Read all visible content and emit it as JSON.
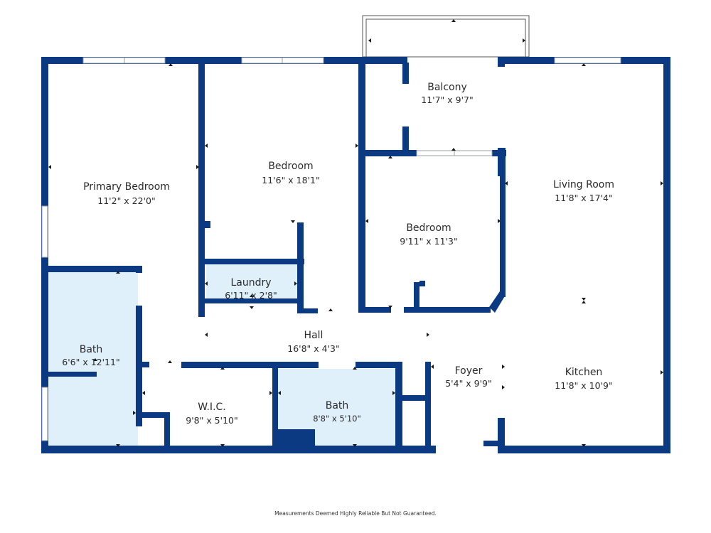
{
  "colors": {
    "wall": "#0b3a82",
    "bath_fill": "#dff0fb",
    "text": "#2b2b2b"
  },
  "rooms": {
    "primary_bedroom": {
      "name": "Primary Bedroom",
      "size": "11'2\" x 22'0\""
    },
    "bedroom_2": {
      "name": "Bedroom",
      "size": "11'6\" x 18'1\""
    },
    "balcony": {
      "name": "Balcony",
      "size": "11'7\" x 9'7\""
    },
    "bedroom_3": {
      "name": "Bedroom",
      "size": "9'11\" x 11'3\""
    },
    "living_room": {
      "name": "Living Room",
      "size": "11'8\" x 17'4\""
    },
    "laundry": {
      "name": "Laundry",
      "size": "6'11\" x 2'8\""
    },
    "hall": {
      "name": "Hall",
      "size": "16'8\" x 4'3\""
    },
    "bath_1": {
      "name": "Bath",
      "size": "6'6\" x 12'11\""
    },
    "wic": {
      "name": "W.I.C.",
      "size": "9'8\" x 5'10\""
    },
    "bath_2": {
      "name": "Bath",
      "size": "8'8\" x 5'10\""
    },
    "foyer": {
      "name": "Foyer",
      "size": "5'4\" x 9'9\""
    },
    "kitchen": {
      "name": "Kitchen",
      "size": "11'8\" x 10'9\""
    }
  },
  "footer": {
    "disclaimer": "Measurements Deemed Highly Reliable But Not Guaranteed."
  }
}
